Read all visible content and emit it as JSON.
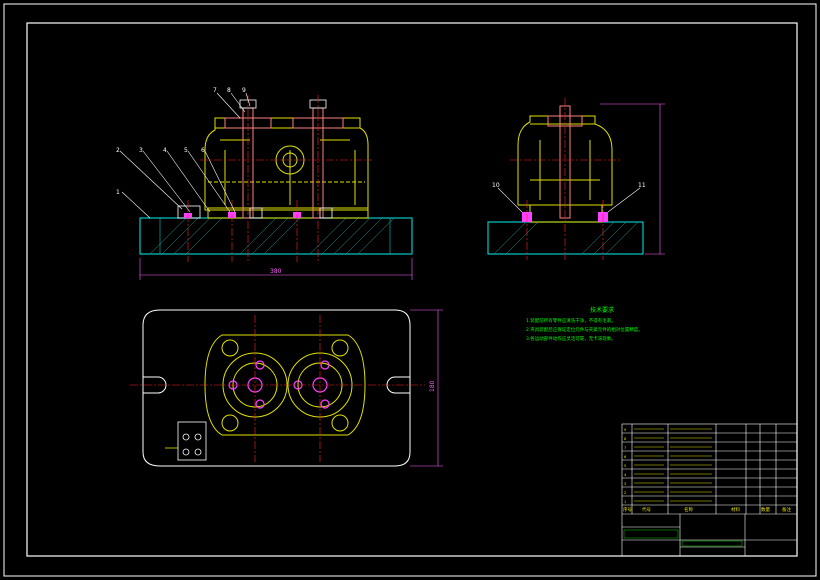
{
  "drawing": {
    "background": "#000000",
    "colors": {
      "frame": "#ffffff",
      "base": "#00c8c8",
      "body": "#e0e000",
      "rod": "#ff8080",
      "red": "#ff2020",
      "magenta": "#ff40ff",
      "green": "#00ff00",
      "dim": "#ff60ff"
    },
    "callouts_front": [
      "1",
      "2",
      "3",
      "4",
      "5",
      "6",
      "7",
      "8",
      "9"
    ],
    "callouts_side": [
      "10",
      "11"
    ],
    "dimension_width": "380",
    "dimension_height": "180",
    "technical_requirements_title": "技术要求",
    "technical_requirements": [
      "1.装配前所有零件应清洗干净，不得有毛刺。",
      "2.夹具装配后应保证定位元件与夹紧元件的相对位置精度。",
      "3.各运动部件动作应灵活可靠，无卡滞现象。"
    ],
    "title_block": {
      "col_seq": "序号",
      "col_code": "代号",
      "col_name": "名称",
      "col_material": "材料",
      "col_qty": "数量",
      "col_remark": "备注"
    }
  }
}
